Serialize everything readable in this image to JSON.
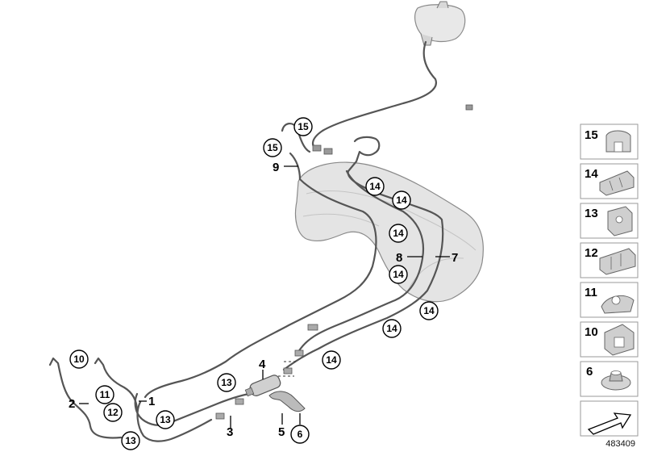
{
  "diagram_id": "483409",
  "callouts": [
    "1",
    "2",
    "3",
    "4",
    "5",
    "6",
    "7",
    "8",
    "9"
  ],
  "circled_labels": {
    "c10": "10",
    "c11": "11",
    "c12": "12",
    "c13a": "13",
    "c13b": "13",
    "c13c": "13",
    "c14a": "14",
    "c14b": "14",
    "c14c": "14",
    "c14d": "14",
    "c14e": "14",
    "c14f": "14",
    "c14g": "14",
    "c15a": "15",
    "c15b": "15",
    "c6": "6"
  },
  "legend": [
    "15",
    "14",
    "13",
    "12",
    "11",
    "10",
    "6"
  ],
  "colors": {
    "pipe": "#555555",
    "tank_fill": "#e4e4e4",
    "tank_stroke": "#8a8a8a",
    "legend_border": "#9a9a9a"
  }
}
